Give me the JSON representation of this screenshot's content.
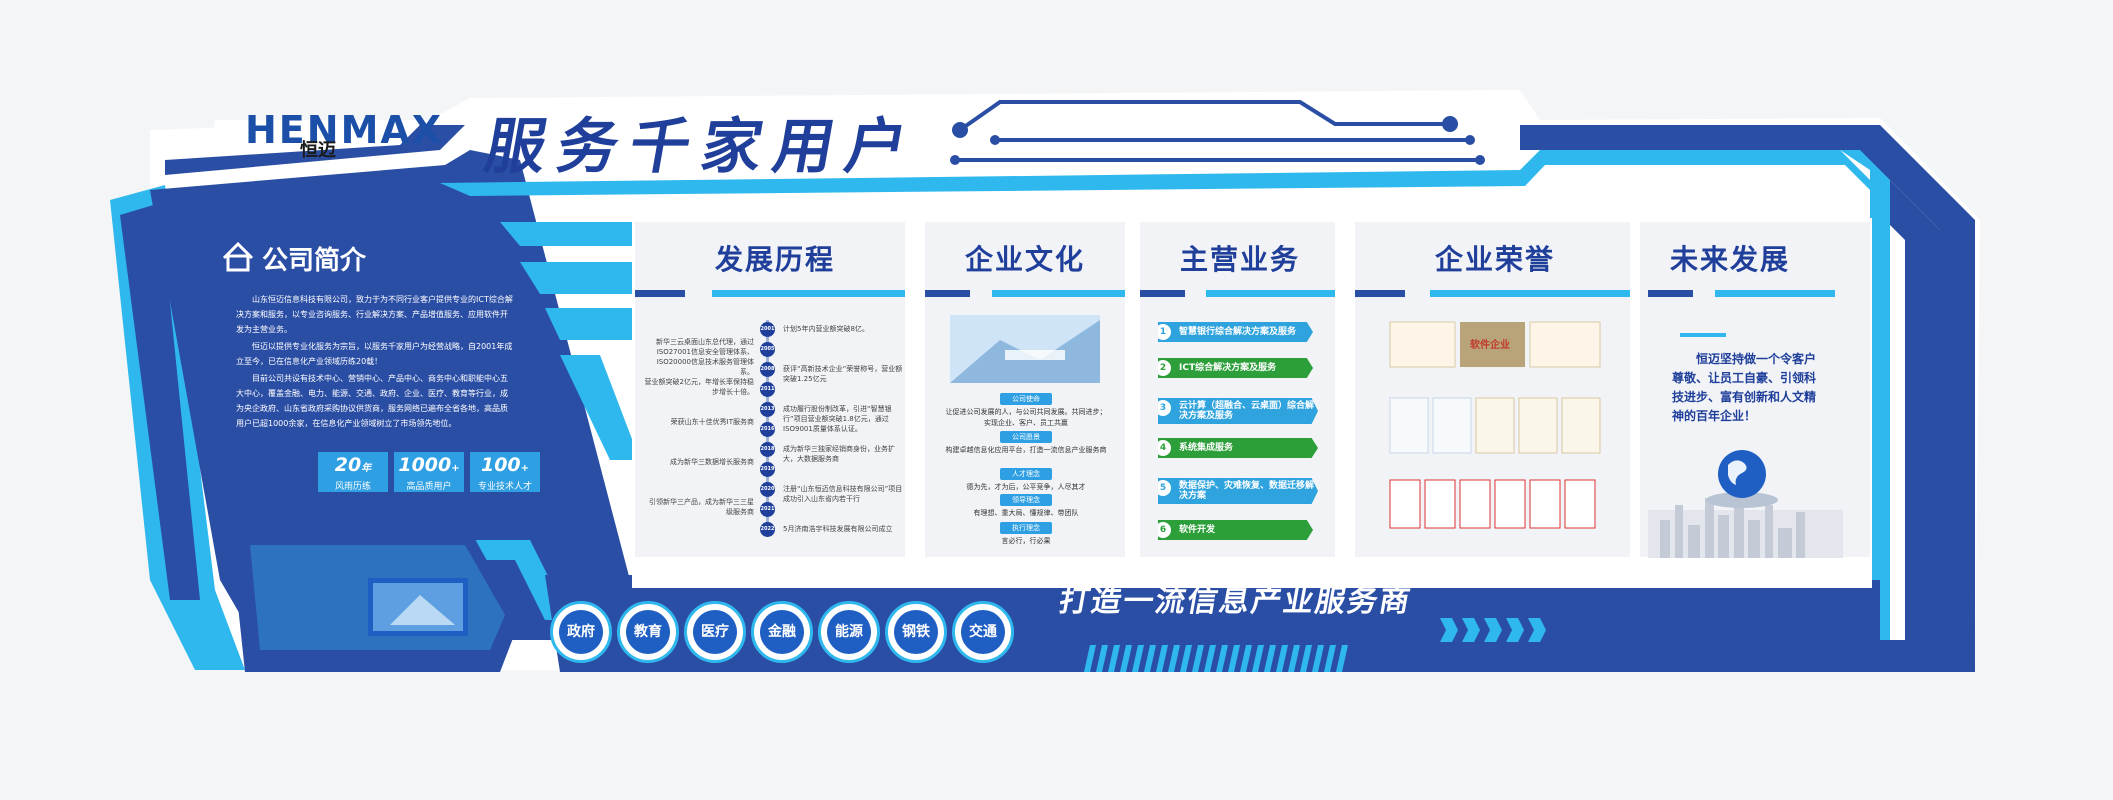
{
  "brand": {
    "logo_text": "HENMAX",
    "logo_sub": "恒迈"
  },
  "main_title": "服务千家用户",
  "slogan": "打造一流信息产业服务商",
  "intro": {
    "title": "公司简介",
    "paragraphs": [
      "山东恒迈信息科技有限公司，致力于为不同行业客户提供专业的ICT综合解决方案和服务，以专业咨询服务、行业解决方案、产品增值服务、应用软件开发为主营业务。",
      "恒迈以提供专业化服务为宗旨，以服务千家用户为经营战略，自2001年成立至今，已在信息化产业领域历练20载！",
      "目前公司共设有技术中心、营销中心、产品中心、商务中心和职能中心五大中心，覆盖金融、电力、能源、交通、政府、企业、医疗、教育等行业，成为央企政府、山东省政府采购协议供货商，服务网络已遍布全省各地，高品质用户已超1000余家，在信息化产业领域树立了市场领先地位。"
    ],
    "stats": [
      {
        "value": "20",
        "unit": "年",
        "label": "风雨历练"
      },
      {
        "value": "1000",
        "unit": "+",
        "label": "高品质用户"
      },
      {
        "value": "100",
        "unit": "+",
        "label": "专业技术人才"
      }
    ]
  },
  "history": {
    "title": "发展历程",
    "items": [
      {
        "year": "2001",
        "side": "right",
        "text": "计划5年内营业额突破8亿。"
      },
      {
        "year": "2005",
        "side": "left",
        "text": "新华三云桌面山东总代理，通过ISO27001信息安全管理体系、ISO20000信息技术服务管理体系。"
      },
      {
        "year": "2008",
        "side": "right",
        "text": "获评“高新技术企业”荣誉称号，营业额突破1.25亿元"
      },
      {
        "year": "2011",
        "side": "left",
        "text": "营业额突破2亿元，年增长率保持稳步增长十倍。"
      },
      {
        "year": "2013",
        "side": "right",
        "text": "成功履行股份制改革，引进“智慧银行”项目营业额突破1.8亿元，通过ISO9001质量体系认证。"
      },
      {
        "year": "2016",
        "side": "left",
        "text": "荣获山东十佳优秀IT服务商"
      },
      {
        "year": "2018",
        "side": "right",
        "text": "成为新华三独家经销商身份，业务扩大，大数据服务商"
      },
      {
        "year": "2019",
        "side": "left",
        "text": "成为新华三数据增长服务商"
      },
      {
        "year": "2020",
        "side": "right",
        "text": "注册“山东恒迈信息科技有限公司”项目成功引入山东省内若干行"
      },
      {
        "year": "2021",
        "side": "left",
        "text": "引领新华三产品，成为新华三三星级服务商"
      },
      {
        "year": "2022",
        "side": "right",
        "text": "5月济南浩宇科技发展有限公司成立"
      }
    ]
  },
  "culture": {
    "title": "企业文化",
    "items": [
      {
        "tag": "公司使命",
        "text": "让促进公司发展的人，与公司共同发展。共同进步；实现企业、客户、员工共赢"
      },
      {
        "tag": "公司愿景",
        "text": "构建卓越信息化应用平台，打造一流信息产业服务商"
      },
      {
        "tag": "人才理念",
        "text": "德为先，才为后，公平竞争，人尽其才"
      },
      {
        "tag": "领导理念",
        "text": "有理想、重大局、懂规律、带团队"
      },
      {
        "tag": "执行理念",
        "text": "言必行，行必果"
      }
    ]
  },
  "business": {
    "title": "主营业务",
    "items": [
      {
        "num": "1",
        "label": "智慧银行综合解决方案及服务",
        "color": "#2fa3de"
      },
      {
        "num": "2",
        "label": "ICT综合解决方案及服务",
        "color": "#2d9f3a"
      },
      {
        "num": "3",
        "label": "云计算（超融合、云桌面）综合解决方案及服务",
        "color": "#2fa3de"
      },
      {
        "num": "4",
        "label": "系统集成服务",
        "color": "#2d9f3a"
      },
      {
        "num": "5",
        "label": "数据保护、灾难恢复、数据迁移解决方案",
        "color": "#2fa3de"
      },
      {
        "num": "6",
        "label": "软件开发",
        "color": "#2d9f3a"
      }
    ]
  },
  "honors": {
    "title": "企业荣誉",
    "badge": "软件企业"
  },
  "future": {
    "title": "未来发展",
    "text": "恒迈坚持做一个令客户尊敬、让员工自豪、引领科技进步、富有创新和人文精神的百年企业！"
  },
  "industries": [
    "政府",
    "教育",
    "医疗",
    "金融",
    "能源",
    "钢铁",
    "交通"
  ],
  "colors": {
    "navy": "#2b4ea5",
    "cyan": "#2fb8ee",
    "title": "#1f3f9a",
    "green": "#2d9f3a"
  }
}
